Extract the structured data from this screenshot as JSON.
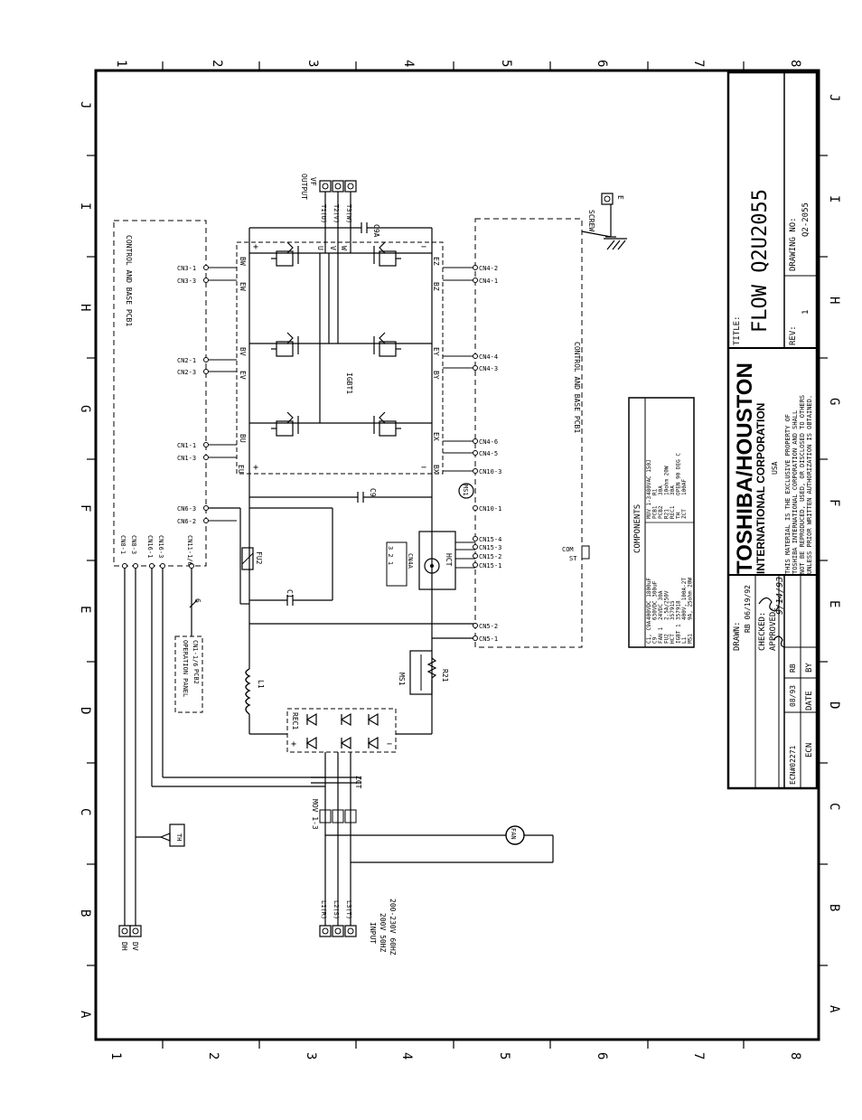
{
  "zones": {
    "columns": [
      "1",
      "2",
      "3",
      "4",
      "5",
      "6",
      "7",
      "8"
    ],
    "rows": [
      "J",
      "I",
      "H",
      "G",
      "F",
      "E",
      "D",
      "C",
      "B",
      "A"
    ]
  },
  "title_block": {
    "company": "TOSHIBA/HOUSTON",
    "division": "INTERNATIONAL CORPORATION",
    "country": "USA",
    "notice": [
      "THIS MATERIAL IS THE EXCLUSIVE PROPERTY OF",
      "TOSHIBA INTERNATIONAL CORPORATION AND SHALL",
      "NOT BE REPRODUCED, USED, OR DISCLOSED TO OTHERS",
      "UNLESS PRIOR WRITTEN AUTHORIZATION IS OBTAINED."
    ],
    "title_label": "TITLE:",
    "title": "FLOW Q2U2055",
    "rev_label": "REV:",
    "rev": "1",
    "drawing_no_label": "DRAWING NO:",
    "drawing_no": "Q2-2055",
    "drawn_label": "DRAWN:",
    "drawn": "RB 06/19/92",
    "checked_label": "CHECKED:",
    "approved_label": "APPROVED:",
    "approved_date": "9/14/93",
    "ecn_header": "ECN",
    "date_header": "DATE",
    "by_header": "BY",
    "ecn_row": {
      "ecn": "ECN#02271",
      "date": "08/93",
      "by": "RB"
    }
  },
  "components": {
    "heading": "COMPONENTS",
    "items": [
      {
        "ref": "C1, C9A",
        "value": "400VDC 1800uF"
      },
      {
        "ref": "C9",
        "value": "630VDC 300uF"
      },
      {
        "ref": "FAN 1",
        "value": "24VDC 30A"
      },
      {
        "ref": "FU2",
        "value": "2.5A/250V"
      },
      {
        "ref": "HCT",
        "value": "357915"
      },
      {
        "ref": "IGBT 1",
        "value": "357918"
      },
      {
        "ref": "L1",
        "value": "400V, 100A-2T"
      },
      {
        "ref": "MS1",
        "value": "9A, 25ohm 20W"
      },
      {
        "ref": "MOV 1-3",
        "value": "480VAC 150J"
      },
      {
        "ref": "PCB1",
        "value": "R1"
      },
      {
        "ref": "PCB2",
        "value": "30A"
      },
      {
        "ref": "R21",
        "value": "10ohm 20W"
      },
      {
        "ref": "REC1",
        "value": "30A"
      },
      {
        "ref": "TH",
        "value": "OPEN 90 DEG C"
      },
      {
        "ref": "ZCT",
        "value": "100AF"
      }
    ]
  },
  "schematic": {
    "pcb_left_label": "CONTROL AND BASE PCB1",
    "pcb_right_label": "CONTROL AND BASE PCB1",
    "op_panel_label": "OPERATION PANEL",
    "op_panel_sub": "PCB2",
    "op_panel_conn": "CN1-1/6",
    "output_label": "OUTPUT",
    "output_sub": "VF",
    "output_terms": [
      "T1(U)",
      "T2(V)",
      "T3(W)"
    ],
    "input_label": "INPUT",
    "input_line1": "200V 50HZ",
    "input_line2": "200-230V 60HZ",
    "input_terms": [
      "L1(R)",
      "L2(S)",
      "L3(T)"
    ],
    "screw_label": "SCREW",
    "ground_label": "E",
    "igbt_label": "IGBT1",
    "c9a": "C9A",
    "c9": "C9",
    "c1": "C1",
    "fu2": "FU2",
    "hct": "HCT",
    "cn4a": "CN4A",
    "l1": "L1",
    "rec1": "REC1",
    "ms1": "MS1",
    "r21": "R21",
    "zct": "ZCT",
    "mov": "MOV 1-3",
    "fan": "FAN",
    "th": "TH",
    "dh": "DH",
    "dv": "DV",
    "com": "COM",
    "st": "ST",
    "slash6": "6",
    "left_conns": [
      "CN3-1",
      "CN3-3",
      "CN2-1",
      "CN2-3",
      "CN1-1",
      "CN1-3",
      "CN6-3",
      "CN6-2",
      "CN8-1",
      "CN8-3",
      "CN16-1",
      "CN16-3",
      "CN11-1/6"
    ],
    "right_conns": [
      "CN4-2",
      "CN4-1",
      "CN4-4",
      "CN4-3",
      "CN4-6",
      "CN4-5",
      "CN10-3",
      "CN10-1",
      "CN15-4",
      "CN15-3",
      "CN15-2",
      "CN15-1",
      "CN5-2",
      "CN5-1"
    ],
    "igbt_pins": [
      "BW",
      "EW",
      "BV",
      "EV",
      "BU",
      "EU",
      "EZ",
      "BZ",
      "EY",
      "BY",
      "EX",
      "BX",
      "U",
      "V",
      "W"
    ]
  }
}
